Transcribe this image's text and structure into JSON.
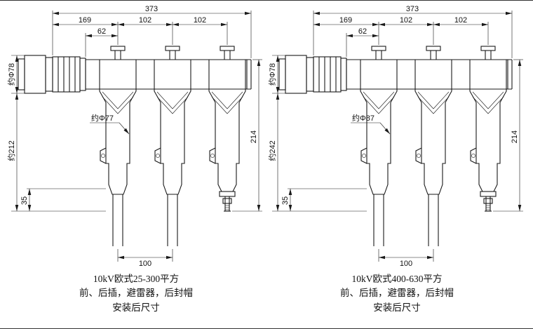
{
  "sheet": {
    "background": "#ffffff",
    "line_color": "#1a1a1a"
  },
  "drawings": [
    {
      "dims": {
        "total": "373",
        "left_span": "169",
        "tube_to_first": "62",
        "pitch1": "102",
        "pitch2": "102",
        "bushing_dia": "约Φ78",
        "left_height": "约212",
        "body_dia": "约Φ77",
        "right_height": "214",
        "boot_len": "35",
        "cable_pitch": "100"
      },
      "caption": {
        "line1": "10kV欧式25-300平方",
        "line2": "前、后插，避雷器，后封帽",
        "line3": "安装后尺寸"
      }
    },
    {
      "dims": {
        "total": "373",
        "left_span": "169",
        "tube_to_first": "62",
        "pitch1": "102",
        "pitch2": "102",
        "bushing_dia": "约Φ78",
        "left_height": "约242",
        "body_dia": "约Φ87",
        "right_height": "214",
        "boot_len": "35",
        "cable_pitch": "100"
      },
      "caption": {
        "line1": "10kV欧式400-630平方",
        "line2": "前、后插，避雷器，后封帽",
        "line3": "安装后尺寸"
      }
    }
  ]
}
